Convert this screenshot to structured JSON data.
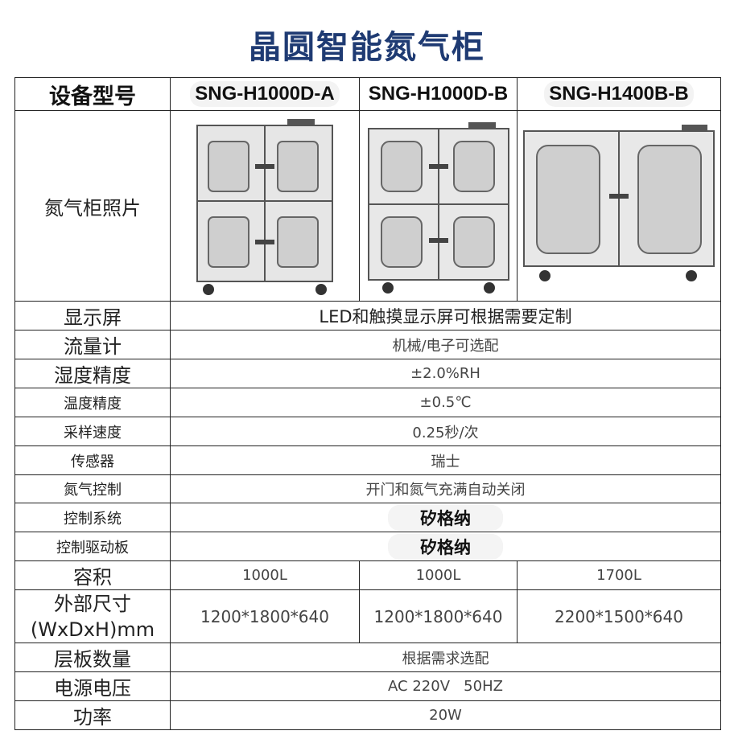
{
  "title": "晶圆智能氮气柜",
  "header": {
    "label": "设备型号",
    "models": [
      "SNG-H1000D-A",
      "SNG-H1000D-B",
      "SNG-H1400B-B"
    ]
  },
  "photo_row": {
    "label": "氮气柜照片"
  },
  "rows": {
    "display": {
      "label": "显示屏",
      "value": "LED和触摸显示屏可根据需要定制"
    },
    "flowmeter": {
      "label": "流量计",
      "value": "机械/电子可选配"
    },
    "humidity": {
      "label": "湿度精度",
      "value": "±2.0%RH"
    },
    "temperature": {
      "label": "温度精度",
      "value": "±0.5℃"
    },
    "sampling": {
      "label": "采样速度",
      "value": "0.25秒/次"
    },
    "sensor": {
      "label": "传感器",
      "value": "瑞士"
    },
    "nitrogen": {
      "label": "氮气控制",
      "value": "开门和氮气充满自动关闭"
    },
    "control_system": {
      "label": "控制系统",
      "value": "矽格纳"
    },
    "driver_board": {
      "label": "控制驱动板",
      "value": "矽格纳"
    },
    "volume": {
      "label": "容积",
      "values": [
        "1000L",
        "1000L",
        "1700L"
      ]
    },
    "dimensions": {
      "label_line1": "外部尺寸",
      "label_line2": "(WxDxH)mm",
      "values": [
        "1200*1800*640",
        "1200*1800*640",
        "2200*1500*640"
      ]
    },
    "shelves": {
      "label": "层板数量",
      "value": "根据需求选配"
    },
    "voltage": {
      "label": "电源电压",
      "value": "AC 220V   50HZ"
    },
    "power": {
      "label": "功率",
      "value": "20W"
    }
  },
  "colors": {
    "title": "#1f3b73",
    "border": "#222222",
    "cabinet": "#e6e6e6",
    "glass": "#cfcfcf"
  }
}
